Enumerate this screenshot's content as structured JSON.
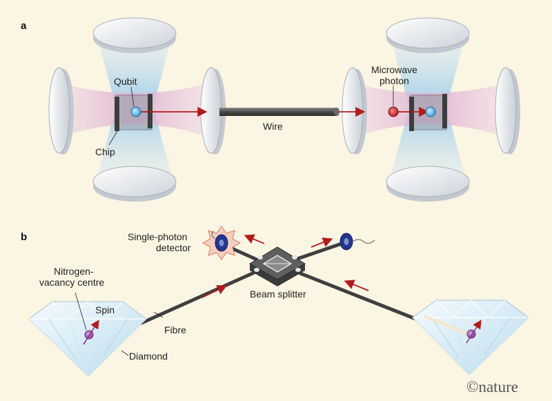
{
  "panel_a": {
    "letter": "a",
    "qubit": "Qubit",
    "chip": "Chip",
    "wire": "Wire",
    "microwave_line1": "Microwave",
    "microwave_line2": "photon"
  },
  "panel_b": {
    "letter": "b",
    "detector_line1": "Single-photon",
    "detector_line2": "detector",
    "nv_line1": "Nitrogen-",
    "nv_line2": "vacancy centre",
    "spin": "Spin",
    "fibre": "Fibre",
    "diamond": "Diamond",
    "beam_splitter": "Beam splitter"
  },
  "credit": "©nature",
  "colors": {
    "background": "#fbf5e3",
    "arrow": "#b31b1b",
    "qubit": "#7ac8f0",
    "photon": "#d33a3a",
    "spin": "#a05aa8",
    "detector": "#26358f"
  }
}
